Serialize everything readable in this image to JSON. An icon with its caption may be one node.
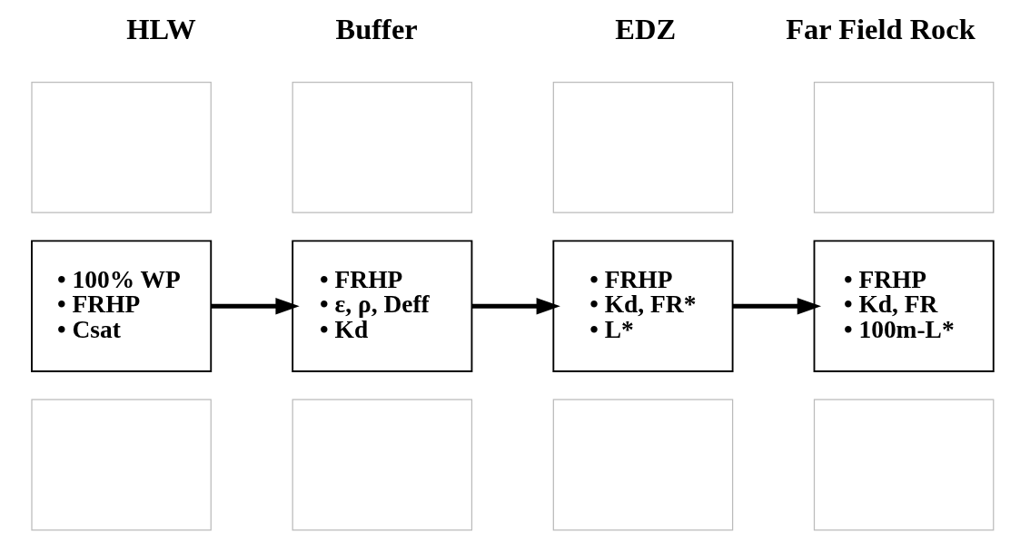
{
  "diagram": {
    "nodes": [
      {
        "text": [],
        "shape": "box"
      },
      {
        "text": [],
        "shape": "box"
      },
      {
        "text": [],
        "shape": "box"
      },
      {
        "text": [],
        "shape": "box"
      },
      {
        "text": [
          "• 100% WP",
          "• FRHP",
          "• Csat"
        ]
      },
      {
        "text": [
          "• FRHP",
          "• ε, ρ, Deff",
          "• Kd"
        ]
      },
      {
        "text": [
          "• FRHP",
          "• Kd, FR*",
          "• L*"
        ]
      },
      {
        "text": [
          "• FRHP",
          "• Kd, FR",
          "• 100m-L*"
        ]
      },
      {
        "text": [],
        "shape": "box"
      },
      {
        "text": [],
        "shape": "box"
      },
      {
        "text": [],
        "shape": "box"
      },
      {
        "text": [],
        "shape": "box"
      }
    ],
    "edges": [
      {
        "from": 4,
        "to": 5,
        "arrow": "to"
      },
      {
        "from": 5,
        "to": 6,
        "arrow": "to"
      },
      {
        "from": 6,
        "to": 7,
        "arrow": "to"
      }
    ],
    "labels": [
      "HLW",
      "Buffer",
      "EDZ",
      "Far Field Rock"
    ]
  }
}
